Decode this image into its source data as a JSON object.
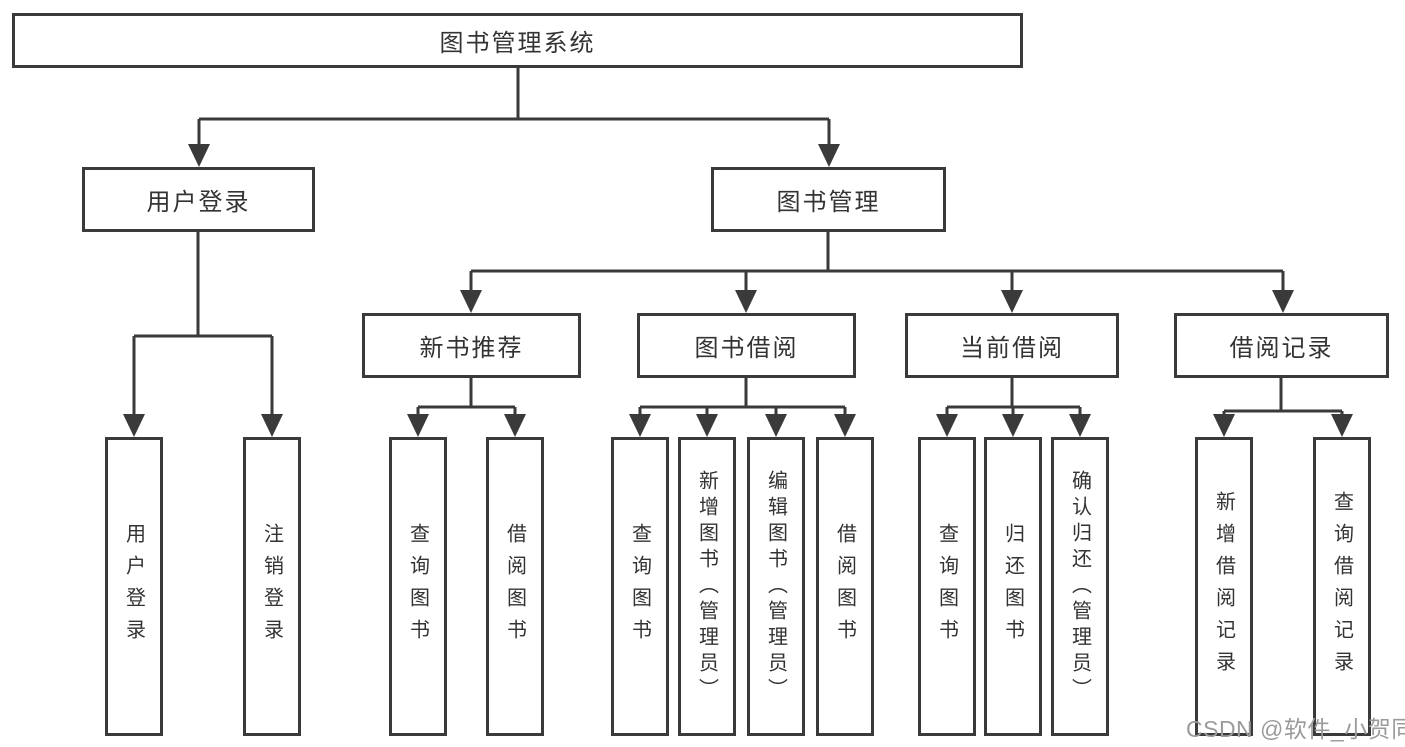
{
  "page": {
    "background": "#ffffff"
  },
  "diagram": {
    "type": "hierarchy-tree",
    "root": {
      "label": "图书管理系统"
    },
    "level2": [
      {
        "label": "用户登录"
      },
      {
        "label": "图书管理"
      }
    ],
    "level3": [
      {
        "label": "新书推荐"
      },
      {
        "label": "图书借阅"
      },
      {
        "label": "当前借阅"
      },
      {
        "label": "借阅记录"
      }
    ],
    "leaves": {
      "user_login": [
        {
          "label": "用户登录"
        },
        {
          "label": "注销登录"
        }
      ],
      "new_book_recommend": [
        {
          "label": "查询图书"
        },
        {
          "label": "借阅图书"
        }
      ],
      "book_borrow": [
        {
          "label": "查询图书"
        },
        {
          "label": "新增图书（管理员）"
        },
        {
          "label": "编辑图书（管理员）"
        },
        {
          "label": "借阅图书"
        }
      ],
      "current_borrow": [
        {
          "label": "查询图书"
        },
        {
          "label": "归还图书"
        },
        {
          "label": "确认归还（管理员）"
        }
      ],
      "borrow_records": [
        {
          "label": "新增借阅记录"
        },
        {
          "label": "查询借阅记录"
        }
      ]
    },
    "colors": {
      "line": "#3a3a3a",
      "text": "#333333",
      "box_background": "#ffffff"
    }
  },
  "watermark": {
    "text": "CSDN @软件_小贺同学",
    "color": "#9b9b9b"
  }
}
